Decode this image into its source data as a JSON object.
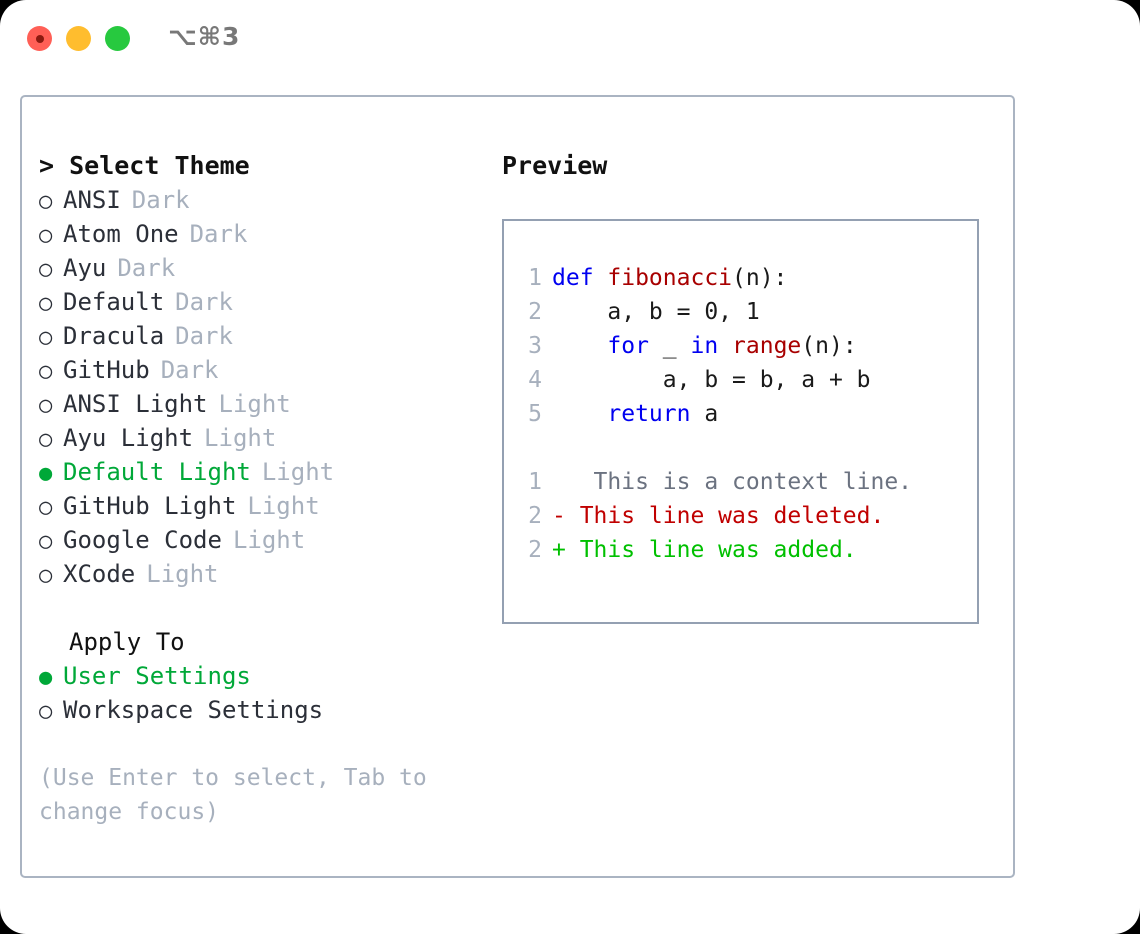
{
  "window": {
    "title": "⌥⌘3",
    "traffic_lights": [
      {
        "name": "close-button",
        "color": "#ff5f56"
      },
      {
        "name": "minimize-button",
        "color": "#ffbd2e"
      },
      {
        "name": "maximize-button",
        "color": "#27c93f"
      }
    ]
  },
  "colors": {
    "selected_green": "#00a838",
    "muted_gray": "#a7b0bd",
    "text": "#2b2f38",
    "keyword_blue": "#0000f0",
    "function_red": "#a80000",
    "diff_delete": "#c00000",
    "diff_add": "#00c000",
    "panel_border": "#aab4c2",
    "preview_border": "#94a0b2"
  },
  "theme_list": {
    "header": "> Select Theme",
    "items": [
      {
        "marker": "○",
        "label": "ANSI",
        "suffix": "Dark",
        "selected": false
      },
      {
        "marker": "○",
        "label": "Atom One",
        "suffix": "Dark",
        "selected": false
      },
      {
        "marker": "○",
        "label": "Ayu",
        "suffix": "Dark",
        "selected": false
      },
      {
        "marker": "○",
        "label": "Default",
        "suffix": "Dark",
        "selected": false
      },
      {
        "marker": "○",
        "label": "Dracula",
        "suffix": "Dark",
        "selected": false
      },
      {
        "marker": "○",
        "label": "GitHub",
        "suffix": "Dark",
        "selected": false
      },
      {
        "marker": "○",
        "label": "ANSI Light",
        "suffix": "Light",
        "selected": false
      },
      {
        "marker": "○",
        "label": "Ayu Light",
        "suffix": "Light",
        "selected": false
      },
      {
        "marker": "●",
        "label": "Default Light",
        "suffix": "Light",
        "selected": true
      },
      {
        "marker": "○",
        "label": "GitHub Light",
        "suffix": "Light",
        "selected": false
      },
      {
        "marker": "○",
        "label": "Google Code",
        "suffix": "Light",
        "selected": false
      },
      {
        "marker": "○",
        "label": "XCode",
        "suffix": "Light",
        "selected": false
      }
    ]
  },
  "apply_to": {
    "header": "Apply To",
    "items": [
      {
        "marker": "●",
        "label": "User Settings",
        "selected": true
      },
      {
        "marker": "○",
        "label": "Workspace Settings",
        "selected": false
      }
    ]
  },
  "hint": "(Use Enter to select, Tab to change focus)",
  "preview": {
    "header": "Preview",
    "code_lines": [
      {
        "no": "1",
        "tokens": [
          {
            "t": "def ",
            "c": "kw"
          },
          {
            "t": "fibonacci",
            "c": "fn"
          },
          {
            "t": "(n):",
            "c": "pl"
          }
        ]
      },
      {
        "no": "2",
        "tokens": [
          {
            "t": "    a, b = 0, 1",
            "c": "pl"
          }
        ]
      },
      {
        "no": "3",
        "tokens": [
          {
            "t": "    ",
            "c": "pl"
          },
          {
            "t": "for",
            "c": "kw"
          },
          {
            "t": " _ ",
            "c": "pl"
          },
          {
            "t": "in",
            "c": "kw"
          },
          {
            "t": " ",
            "c": "pl"
          },
          {
            "t": "range",
            "c": "fn"
          },
          {
            "t": "(n):",
            "c": "pl"
          }
        ]
      },
      {
        "no": "4",
        "tokens": [
          {
            "t": "        a, b = b, a + b",
            "c": "pl"
          }
        ]
      },
      {
        "no": "5",
        "tokens": [
          {
            "t": "    ",
            "c": "pl"
          },
          {
            "t": "return",
            "c": "kw"
          },
          {
            "t": " a",
            "c": "pl"
          }
        ]
      }
    ],
    "diff_lines": [
      {
        "no": "1",
        "sign": " ",
        "text": "  This is a context line.",
        "kind": "ctx"
      },
      {
        "no": "2",
        "sign": "-",
        "text": " This line was deleted.",
        "kind": "del"
      },
      {
        "no": "2",
        "sign": "+",
        "text": " This line was added.",
        "kind": "add"
      }
    ]
  }
}
